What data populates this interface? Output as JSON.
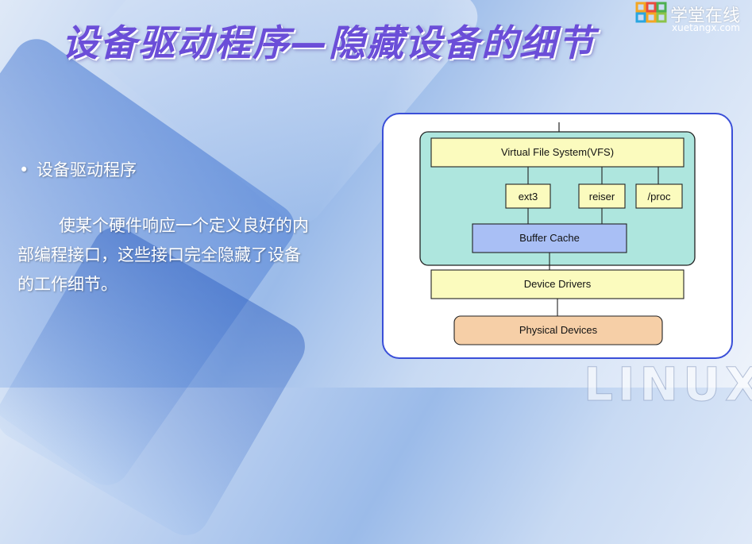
{
  "slide": {
    "title": "设备驱动程序—隐藏设备的细节",
    "bullet": "设备驱动程序",
    "bullet_symbol": "•",
    "body_lines": [
      "使某个硬件响应一个定义良好的内",
      "部编程接口，这些接口完全隐藏了设备",
      "的工作细节。"
    ]
  },
  "logo": {
    "name": "学堂在线",
    "url_text": "xuetangx.com"
  },
  "watermark": "LINUX",
  "diagram": {
    "vfs": "Virtual File System(VFS)",
    "filesystems": [
      "ext3",
      "reiser",
      "/proc"
    ],
    "buffer_cache": "Buffer Cache",
    "device_drivers": "Device Drivers",
    "physical_devices": "Physical Devices",
    "colors": {
      "card_border": "#3a4fd8",
      "kernel_region": "#aee6de",
      "yellow_box": "#fbfbbe",
      "buffer_box": "#a9bff5",
      "physical_box": "#f6cfa7"
    }
  }
}
